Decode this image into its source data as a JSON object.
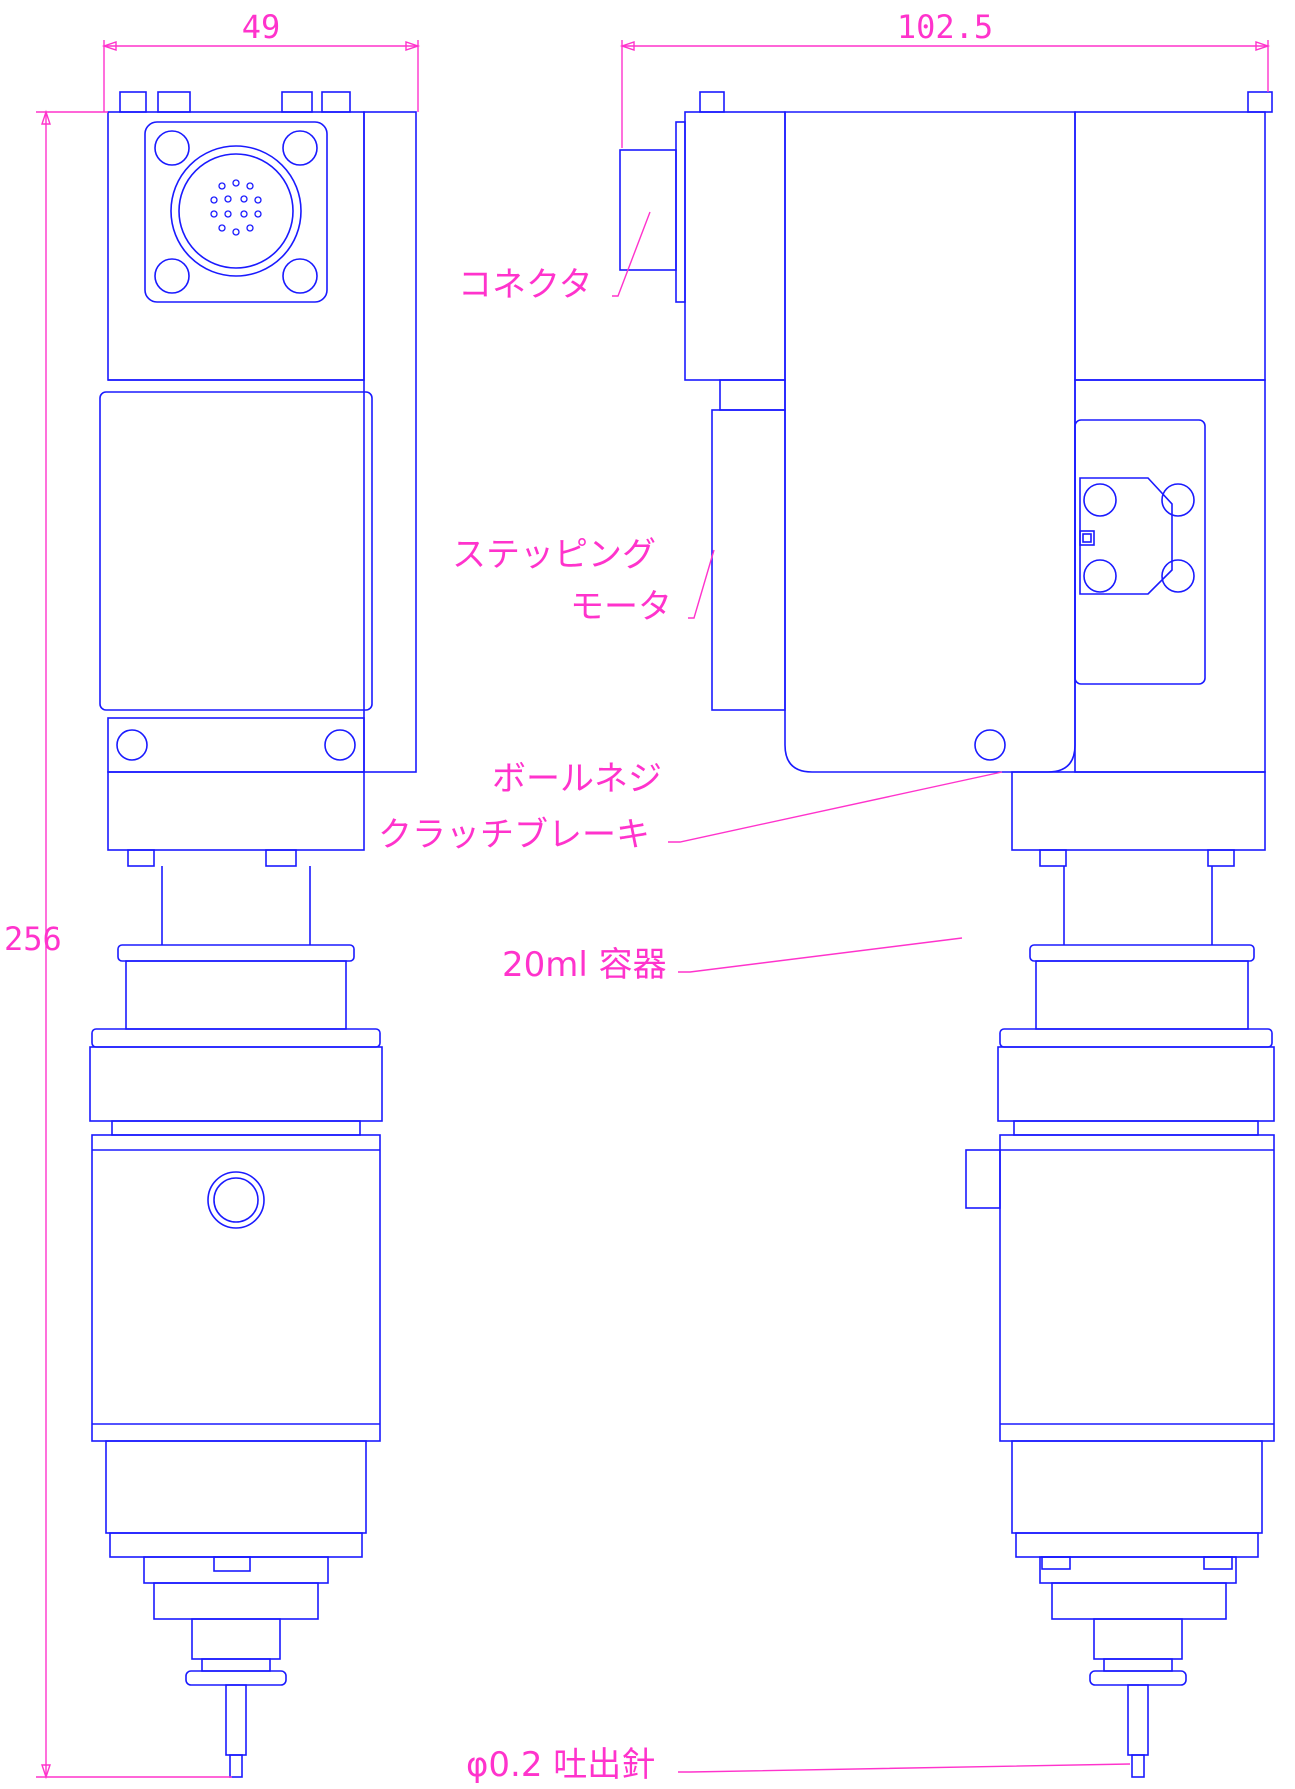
{
  "dimensions": {
    "front_width": "49",
    "side_width": "102.5",
    "total_height": "256"
  },
  "callouts": {
    "connector": "コネクタ",
    "stepping_motor_line1": "ステッピング",
    "stepping_motor_line2": "モータ",
    "ball_screw": "ボールネジ",
    "clutch_brake": "クラッチブレーキ",
    "container": "20ml 容器",
    "nozzle": "φ0.2 吐出針"
  },
  "colors": {
    "outline": "#1a1aff",
    "annotation": "#ff33cc",
    "background": "#ffffff"
  }
}
